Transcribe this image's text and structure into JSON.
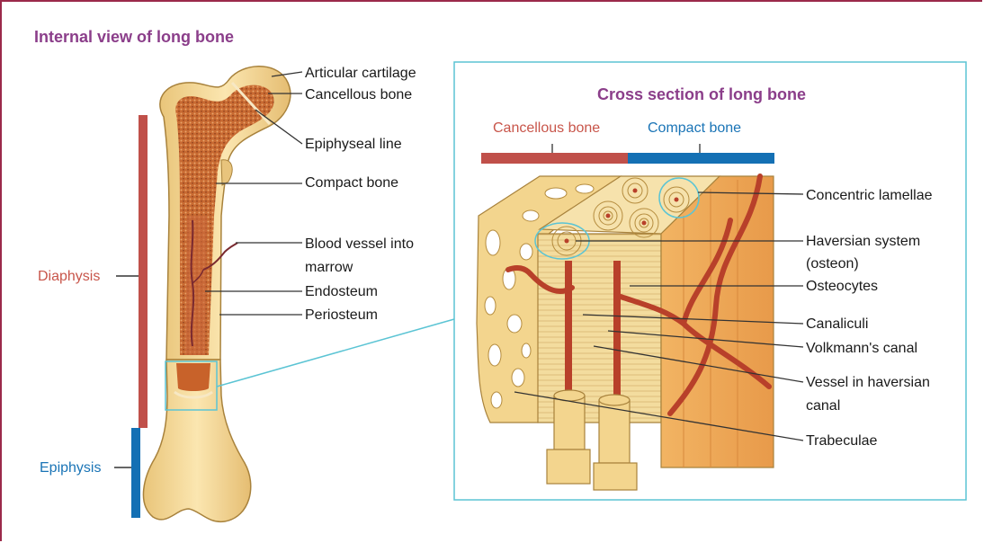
{
  "title": "Internal view of long bone",
  "cross_section": {
    "title": "Cross section of long bone",
    "bar_left_label": "Cancellous bone",
    "bar_right_label": "Compact bone"
  },
  "bone_labels": {
    "articular_cartilage": "Articular cartilage",
    "cancellous_bone": "Cancellous bone",
    "epiphyseal_line": "Epiphyseal line",
    "compact_bone": "Compact bone",
    "blood_vessel_1": "Blood vessel into",
    "blood_vessel_2": "marrow",
    "endosteum": "Endosteum",
    "periosteum": "Periosteum"
  },
  "region_labels": {
    "diaphysis": "Diaphysis",
    "epiphysis": "Epiphysis"
  },
  "cross_labels": {
    "concentric_lamellae": "Concentric lamellae",
    "haversian_1": "Haversian system",
    "haversian_2": "(osteon)",
    "osteocytes": "Osteocytes",
    "canaliculi": "Canaliculi",
    "volkmann": "Volkmann's canal",
    "vessel_1": "Vessel in haversian",
    "vessel_2": "canal",
    "trabeculae": "Trabeculae"
  },
  "colors": {
    "title": "#8b3e8a",
    "cancellous_bar": "#c0504a",
    "compact_bar": "#1470b4",
    "diaphysis_bar": "#c0504a",
    "epiphysis_bar": "#1470b4",
    "callout_box": "#5bc4d4",
    "bone_fill": "#f4d79a",
    "marrow": "#c8622a",
    "vessel": "#b8402a"
  }
}
